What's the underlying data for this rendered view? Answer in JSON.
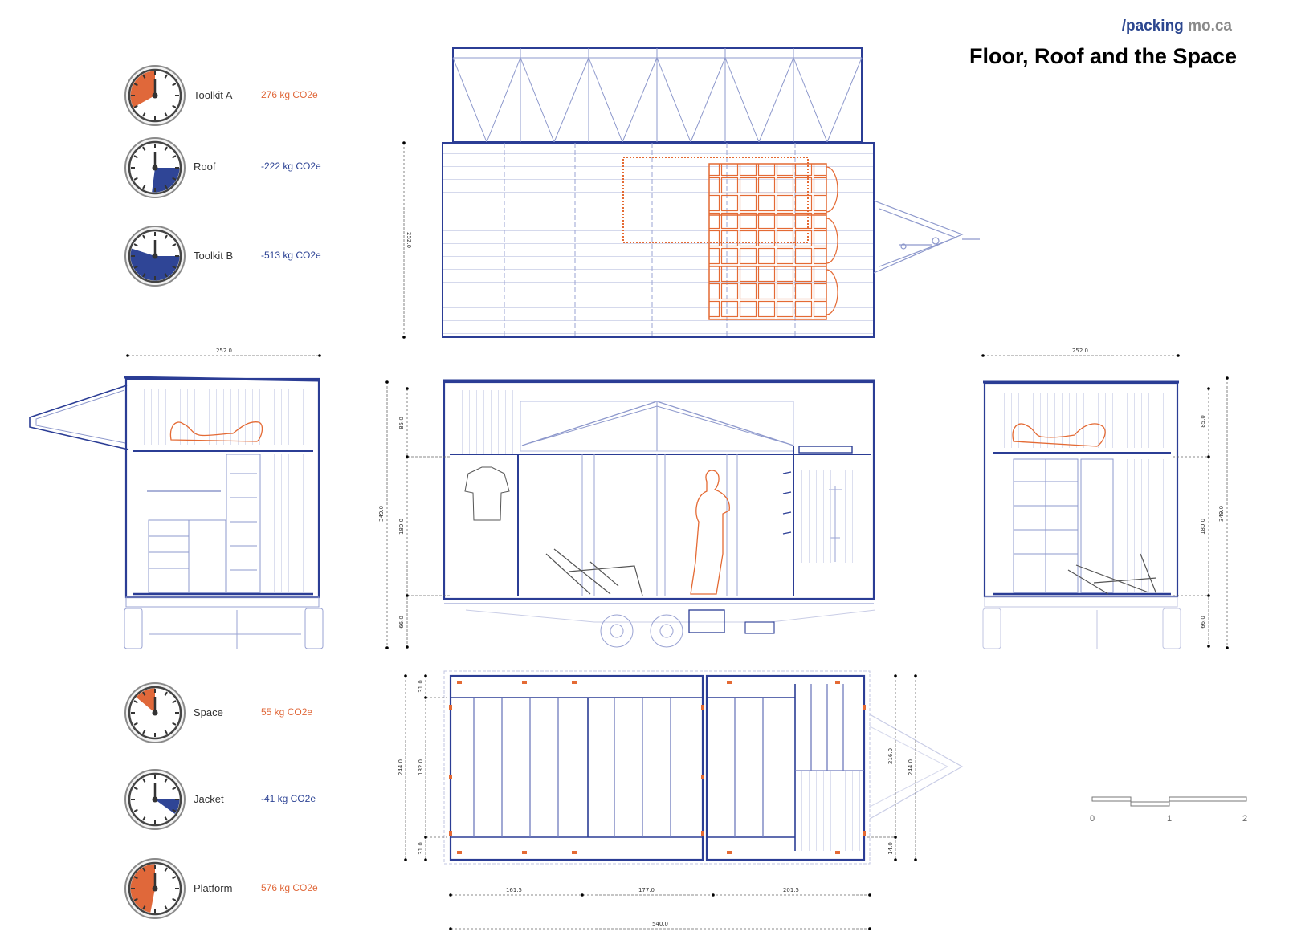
{
  "header": {
    "brand_slash": "/",
    "brand_part1": "packing",
    "brand_part2": "mo.ca",
    "title": "Floor, Roof and the Space"
  },
  "colors": {
    "structure": "#2b3d95",
    "structure_light": "#8d98cc",
    "accent": "#e46a34",
    "positive": "#e0683a",
    "negative": "#2f4596"
  },
  "gauges": [
    {
      "label": "Toolkit A",
      "value": "276 kg CO2e",
      "kind": "positive",
      "fraction": 0.33
    },
    {
      "label": "Roof",
      "value": "-222 kg CO2e",
      "kind": "negative",
      "fraction": 0.27
    },
    {
      "label": "Toolkit B",
      "value": "-513 kg CO2e",
      "kind": "negative",
      "fraction": 0.55
    },
    {
      "label": "Space",
      "value": "55 kg CO2e",
      "kind": "positive",
      "fraction": 0.14
    },
    {
      "label": "Jacket",
      "value": "-41 kg CO2e",
      "kind": "negative",
      "fraction": 0.1
    },
    {
      "label": "Platform",
      "value": "576 kg CO2e",
      "kind": "positive",
      "fraction": 0.47
    }
  ],
  "dimensions": {
    "roof_width": "252.0",
    "left_width": "252.0",
    "right_width": "252.0",
    "front_h1": "85.0",
    "front_h2": "180.0",
    "front_h3": "66.0",
    "front_total": "349.0",
    "right_h1": "85.0",
    "right_h2": "180.0",
    "right_h3": "66.0",
    "right_total": "349.0",
    "plan_l1": "31.0",
    "plan_l2": "182.0",
    "plan_l3": "31.0",
    "plan_total_left": "244.0",
    "plan_r1": "216.0",
    "plan_r2": "14.0",
    "plan_total_right": "244.0",
    "plan_b1": "161.5",
    "plan_b2": "177.0",
    "plan_b3": "201.5",
    "plan_total_bottom": "540.0"
  },
  "scale_bar": {
    "labels": [
      "0",
      "1",
      "2"
    ]
  }
}
